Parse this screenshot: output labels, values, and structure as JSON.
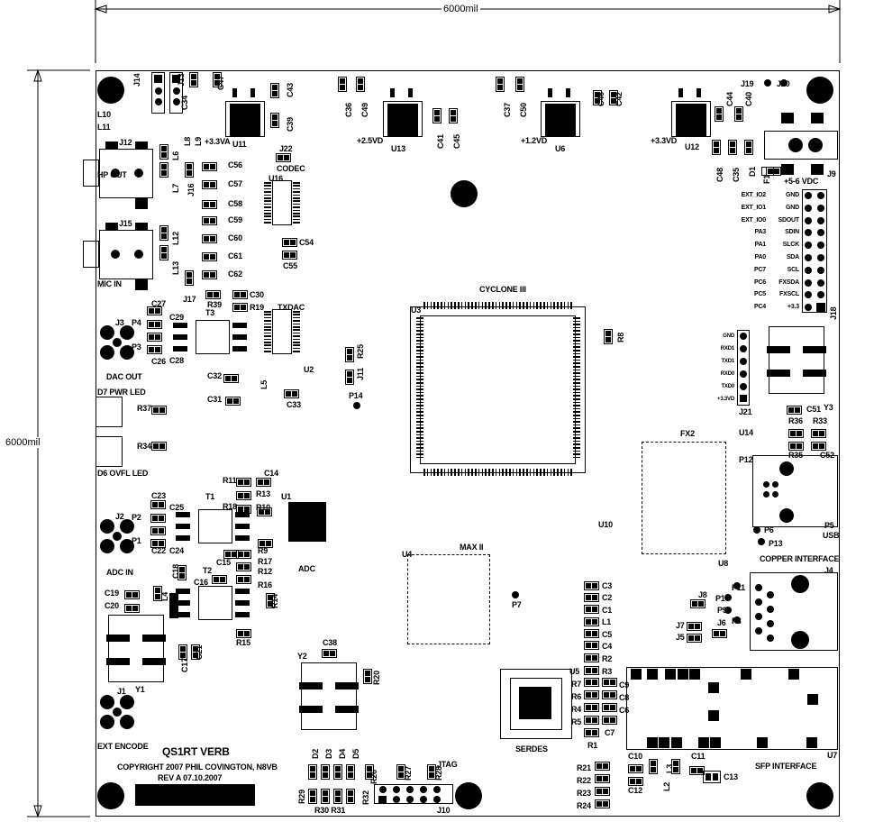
{
  "dimensions": {
    "width_label": "6000mil",
    "height_label": "6000mil"
  },
  "title_block": {
    "board_name": "QS1RT VERB",
    "copyright": "COPYRIGHT 2007 PHIL COVINGTON, N8VB",
    "revision": "REV A 07.10.2007"
  },
  "labels": {
    "j14": "J14",
    "j13": "J13",
    "c34": "C34",
    "c47": "C47",
    "l10": "L10",
    "l11": "L11",
    "l8": "L8",
    "l9": "L9",
    "v33va": "+3.3VA",
    "u11": "U11",
    "c43": "C43",
    "c39": "C39",
    "j22": "J22",
    "codec": "CODEC",
    "u16": "U16",
    "c56": "C56",
    "c57": "C57",
    "c58": "C58",
    "c59": "C59",
    "c60": "C60",
    "c61": "C61",
    "c62": "C62",
    "j12": "J12",
    "hpout": "HP OUT",
    "j15": "J15",
    "micin": "MIC IN",
    "l6": "L6",
    "l7": "L7",
    "j16": "J16",
    "l12": "L12",
    "l13": "L13",
    "j17": "J17",
    "r39": "R39",
    "c30": "C30",
    "r19": "R19",
    "txdac": "TXDAC",
    "c54": "C54",
    "c55": "C55",
    "c36": "C36",
    "c49": "C49",
    "v25vd": "+2.5VD",
    "u13": "U13",
    "c41": "C41",
    "c45": "C45",
    "c37": "C37",
    "c50": "C50",
    "v12vd": "+1.2VD",
    "u6": "U6",
    "c46": "C46",
    "c42": "C42",
    "v33vd": "+3.3VD",
    "u12": "U12",
    "c44": "C44",
    "c40": "C40",
    "j19": "J19",
    "j20": "J20",
    "c48": "C48",
    "c35": "C35",
    "d1": "D1",
    "f1": "F1",
    "vdc": "+5-6  VDC",
    "j9": "J9",
    "j18l0": "EXT_IO2",
    "j18l1": "EXT_IO1",
    "j18l2": "EXT_IO0",
    "j18l3": "PA3",
    "j18l4": "PA1",
    "j18l5": "PA0",
    "j18l6": "PC7",
    "j18l7": "PC6",
    "j18l8": "PC5",
    "j18l9": "PC4",
    "j18r0": "GND",
    "j18r1": "GND",
    "j18r2": "SDOUT",
    "j18r3": "SDIN",
    "j18r4": "SLCK",
    "j18r5": "SDA",
    "j18r6": "SCL",
    "j18r7": "FXSDA",
    "j18r8": "FXSCL",
    "j18r9": "+3.3",
    "j18": "J18",
    "j21p0": "GND",
    "j21p1": "RXD1",
    "j21p2": "TXD1",
    "j21p3": "RXD0",
    "j21p4": "TXD0",
    "j21p5": "+3.3VD",
    "j21": "J21",
    "c51": "C51",
    "y3": "Y3",
    "u14": "U14",
    "r36": "R36",
    "r33": "R33",
    "r35": "R35",
    "c52": "C52",
    "p12": "P12",
    "p6": "P6",
    "p13": "P13",
    "p5": "P5",
    "usb": "USB",
    "copper": "COPPER INTERFACE",
    "j4": "J4",
    "p11": "P11",
    "p10": "P10",
    "p9": "P9",
    "p8": "P8",
    "j8": "J8",
    "j7": "J7",
    "j6": "J6",
    "j5": "J5",
    "cyclone": "CYCLONE III",
    "u3": "U3",
    "r8": "R8",
    "fx2": "FX2",
    "u8": "U8",
    "u10": "U10",
    "max2": "MAX II",
    "u4": "U4",
    "p7": "P7",
    "r25": "R25",
    "j11": "J11",
    "p14": "P14",
    "u2": "U2",
    "t3": "T3",
    "c29": "C29",
    "c27": "C27",
    "p4": "P4",
    "p3": "P3",
    "c26": "C26",
    "c28": "C28",
    "j3": "J3",
    "dacout": "DAC OUT",
    "d7": "D7  PWR LED",
    "r37": "R37",
    "r34": "R34",
    "d6": "D6  OVFL LED",
    "c32": "C32",
    "l5": "L5",
    "c31": "C31",
    "c33": "C33",
    "r11": "R11",
    "c14": "C14",
    "r13": "R13",
    "u1": "U1",
    "r18": "R18",
    "r10": "R10",
    "t1": "T1",
    "c23": "C23",
    "c25": "C25",
    "j2": "J2",
    "p2": "P2",
    "p1": "P1",
    "c22": "C22",
    "c24": "C24",
    "adcin": "ADC IN",
    "r9": "R9",
    "r17": "R17",
    "r12": "R12",
    "c15": "C15",
    "t2": "T2",
    "c16": "C16",
    "r16": "R16",
    "adc": "ADC",
    "c18": "C18",
    "c19": "C19",
    "c20": "C20",
    "l4": "L4",
    "r14": "R14",
    "r15": "R15",
    "c17": "C17",
    "c21": "C21",
    "j1": "J1",
    "y1": "Y1",
    "extenc": "EXT ENCODE",
    "c38": "C38",
    "y2": "Y2",
    "r20": "R20",
    "d2": "D2",
    "d3": "D3",
    "d4": "D4",
    "d5": "D5",
    "r26": "R26",
    "r27": "R27",
    "r28": "R28",
    "jtag": "JTAG",
    "j10": "J10",
    "r29": "R29",
    "r30": "R30 R31",
    "r32": "R32",
    "c3": "C3",
    "c2": "C2",
    "c1": "C1",
    "l1": "L1",
    "c5": "C5",
    "c4": "C4",
    "r2": "R2",
    "u5": "U5",
    "r3": "R3",
    "r7": "R7",
    "c9": "C9",
    "r6": "R6",
    "c8": "C8",
    "r4": "R4",
    "c6": "C6",
    "r5": "R5",
    "c7": "C7",
    "r1": "R1",
    "serdes": "SERDES",
    "r21": "R21",
    "r22": "R22",
    "r23": "R23",
    "r24": "R24",
    "c10": "C10",
    "c12": "C12",
    "l2": "L2",
    "l3": "L3",
    "c11": "C11",
    "c13": "C13",
    "u7": "U7",
    "sfp": "SFP INTERFACE"
  }
}
